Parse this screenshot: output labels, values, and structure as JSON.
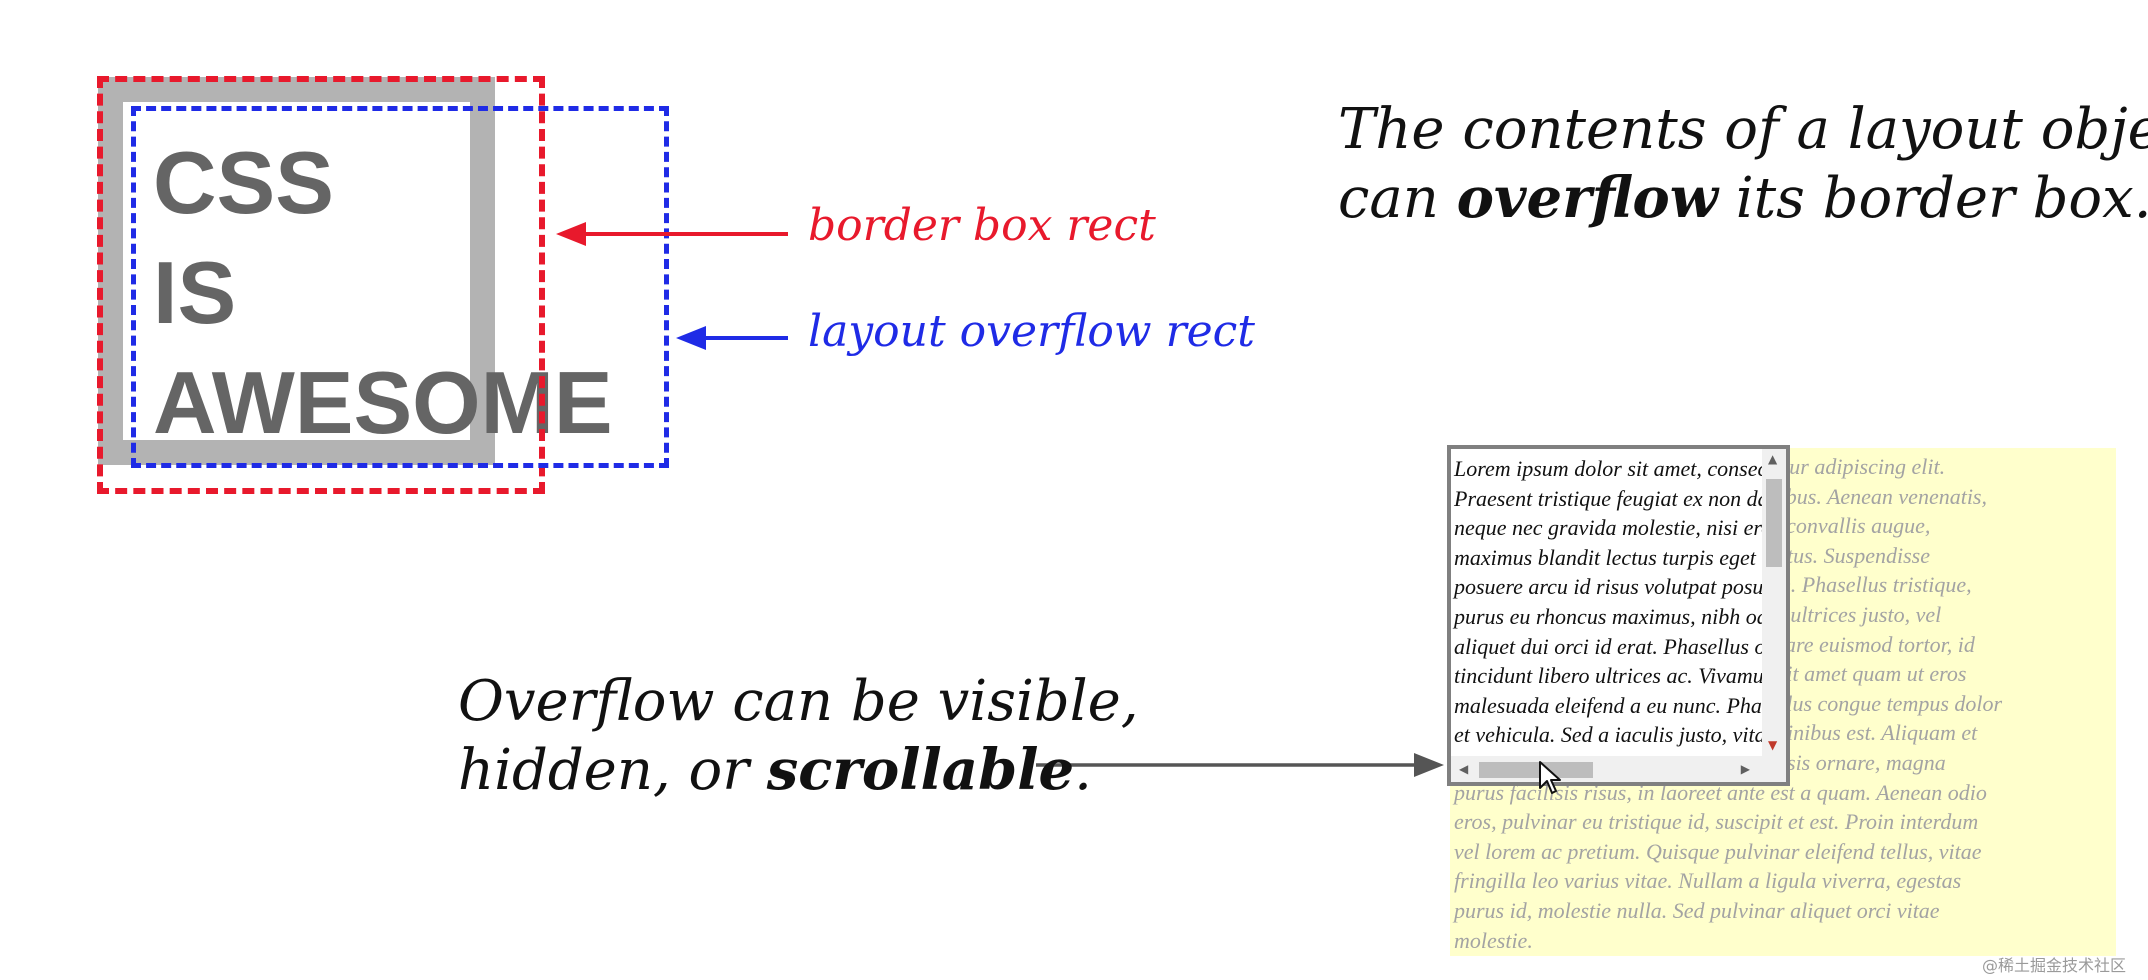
{
  "diagram": {
    "box_text": [
      "CSS",
      "IS",
      "AWESOME"
    ],
    "border_box_label": "border box rect",
    "layout_overflow_label": "layout overflow rect",
    "colors": {
      "border_box": "#e8192c",
      "layout_overflow": "#1f2be6",
      "box_border": "#b3b3b3",
      "box_text": "#656565"
    }
  },
  "headline": {
    "line1": "The contents of a layout object",
    "line2_pre": "can ",
    "line2_bold": "overflow",
    "line2_post": " its border box."
  },
  "caption": {
    "line1": "Overflow can be visible,",
    "line2_pre": "hidden, or ",
    "line2_bold": "scrollable",
    "line2_post": "."
  },
  "overflow_example": {
    "lines": [
      "Lorem ipsum dolor sit amet, consectetur adipiscing elit.",
      "Praesent tristique feugiat ex non dapibus. Aenean venenatis,",
      "neque nec gravida molestie, nisi eros convallis augue,",
      "maximus blandit lectus turpis eget metus. Suspendisse",
      "posuere arcu id risus volutpat posuere. Phasellus tristique,",
      "purus eu rhoncus maximus, nibh odio ultrices justo, vel",
      "aliquet dui orci id erat. Phasellus ornare euismod tortor, id",
      "tincidunt libero ultrices ac. Vivamus sit amet quam ut eros",
      "malesuada eleifend a eu nunc. Phasellus congue tempus dolor",
      "et vehicula. Sed a iaculis justo, vitae finibus est. Aliquam et",
      "purus quis urna elementum eget facilisis ornare, magna",
      "purus facilisis risus, in laoreet ante est a quam. Aenean odio",
      "eros, pulvinar eu tristique id, suscipit et est. Proin interdum",
      "vel lorem ac pretium. Quisque pulvinar eleifend tellus, vitae",
      "fringilla leo varius vitae. Nullam a ligula viverra, egestas",
      "purus id, molestie nulla. Sed pulvinar aliquet orci vitae",
      "molestie."
    ],
    "visible_line_count": 10,
    "background_color": "#ffffcc"
  },
  "watermark": "@稀土掘金技术社区"
}
